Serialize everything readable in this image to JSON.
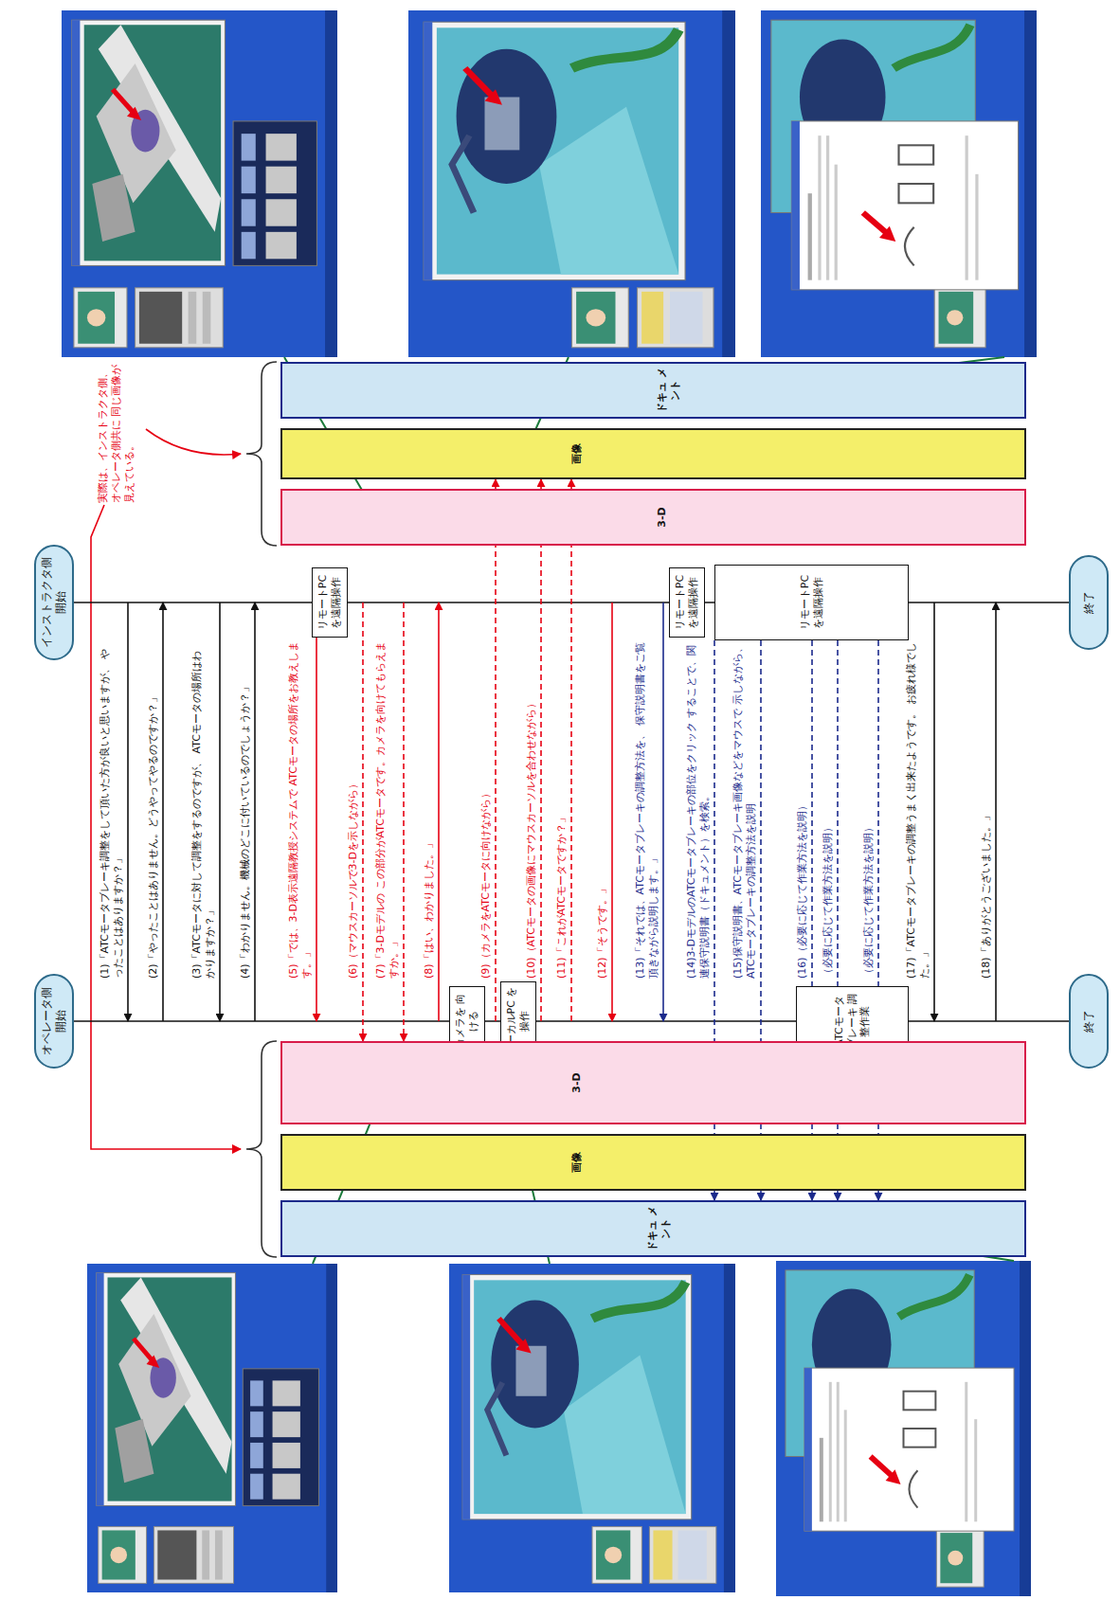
{
  "diagram": {
    "nodes": [
      {
        "text": [
          "オペレータ側 開始"
        ]
      },
      {
        "text": [
          "インストラクタ側 開始"
        ]
      },
      {
        "text": [
          "リモートPC を遠隔操作"
        ]
      },
      {
        "text": [
          "カメラを 向ける"
        ]
      },
      {
        "text": [
          "ローカルPC を操作"
        ]
      },
      {
        "text": [
          "リモートPC を遠隔操作"
        ]
      },
      {
        "text": [
          "リモートPC を遠隔操作"
        ]
      },
      {
        "text": [
          "ATCモータ ブレーキ 調整作業"
        ]
      },
      {
        "text": [
          "終了"
        ]
      },
      {
        "text": [
          "終了"
        ]
      },
      {
        "text": [
          "ドキュ メント"
        ]
      },
      {
        "text": [
          "画像"
        ]
      },
      {
        "text": [
          "3-D"
        ]
      },
      {
        "text": [
          "3-D"
        ]
      },
      {
        "text": [
          "画像"
        ]
      },
      {
        "text": [
          "ドキュ メント"
        ]
      }
    ],
    "edges": [
      {
        "from": 0,
        "to": 3,
        "arrow": "none"
      },
      {
        "from": 3,
        "to": 4,
        "arrow": "none"
      },
      {
        "from": 4,
        "to": 7,
        "arrow": "none"
      },
      {
        "from": 7,
        "to": 8,
        "arrow": "none"
      },
      {
        "from": 1,
        "to": 2,
        "arrow": "none"
      },
      {
        "from": 2,
        "to": 5,
        "arrow": "none"
      },
      {
        "from": 5,
        "to": 6,
        "arrow": "none"
      },
      {
        "from": 6,
        "to": 9,
        "arrow": "none"
      }
    ],
    "labels": [
      "(1)「ATCモータブレーキ調整をして頂いた方が良いと思いますが、 やったことはありますか？」",
      "(2)「やったことはありません。どうやってやるのですか？」",
      "(3)「ATCモータに対して調整をするのですが、 ATCモータの場所はわかりますか？」",
      "(4)「わかりません。機械のどこに付いているのでしょうか？」",
      "(5)「では、3-D表示遠隔教授システムで ATCモータの場所をお教えします。」",
      "(6)（マウスカーソルで3-Dを示しながら）",
      "(7)「3-Dモデルの この部分がATCモータです。カメラを向けてもらえますか。」",
      "(8)「はい、わかりました。」",
      "(9)（カメラをATCモータに向けながら）",
      "(10)（ATCモータの画像にマウスカーソルを合わせながら）",
      "(11)「これがATCモータですか？」",
      "(12)「そうです。」",
      "(13)「それでは、ATCモータブレーキの調整方法を、 保守説明書をご覧頂きながら説明します。」",
      "(14)3-DモデルのATCモータブレーキの部位をクリック することで、関連保守説明書（ドキュメント）を検索。",
      "(15)保守説明書、ATCモータブレーキ画像などをマウスで 示しながら、ATCモータブレーキの調整方法を説明",
      "(16)（必要に応じて作業方法を説明）",
      "（必要に応じて作業方法を説明）",
      "（必要に応じて作業方法を説明）",
      "(17)「ATCモータブレーキの調整うまく出来たようです。 お疲れ様でした。」",
      "(18)「ありがとうございました。」",
      "実際は、インストラクタ側、 オペレータ側共に 同じ画像が見えている。"
    ]
  }
}
